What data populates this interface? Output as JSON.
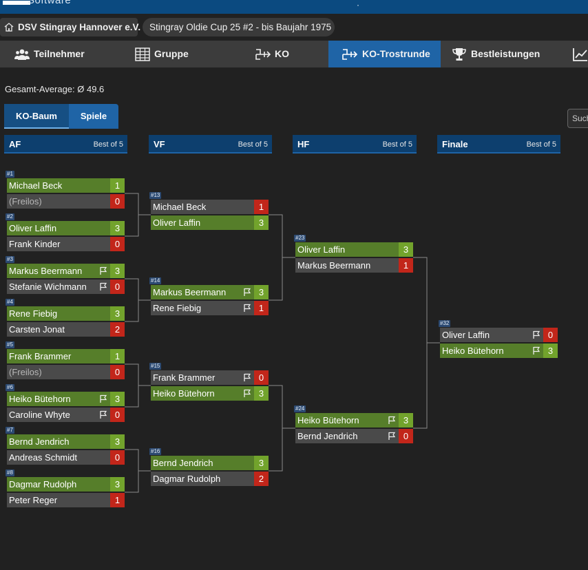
{
  "header": {
    "logo_suffix": "Software"
  },
  "breadcrumb": {
    "club": "DSV Stingray Hannover e.V.",
    "tournament": "Stingray Oldie Cup 25 #2 - bis Baujahr 1975"
  },
  "tabs": [
    {
      "label": "Teilnehmer",
      "icon": "users-icon"
    },
    {
      "label": "Gruppe",
      "icon": "table-icon"
    },
    {
      "label": "KO",
      "icon": "bracket-icon"
    },
    {
      "label": "KO-Trostrunde",
      "icon": "bracket-icon",
      "active": true
    },
    {
      "label": "Bestleistungen",
      "icon": "trophy-icon"
    },
    {
      "label": "",
      "icon": "chart-icon"
    }
  ],
  "stats": {
    "average": "Gesamt-Average: Ø 49.6"
  },
  "subtabs": [
    {
      "label": "KO-Baum",
      "active": true
    },
    {
      "label": "Spiele"
    }
  ],
  "search": {
    "placeholder": "Suchen"
  },
  "colors": {
    "accent": "#1f64a6",
    "winner": "#567e2a",
    "loser_score": "#c2261a",
    "round_header": "#0d3f6e"
  },
  "rounds": [
    {
      "name": "AF",
      "best_of": "Best of 5"
    },
    {
      "name": "VF",
      "best_of": "Best of 5"
    },
    {
      "name": "HF",
      "best_of": "Best of 5"
    },
    {
      "name": "Finale",
      "best_of": "Best of 5"
    }
  ],
  "matches": [
    {
      "id": "#1",
      "round": 0,
      "slot": 0,
      "p1": {
        "name": "Michael Beck",
        "score": "1"
      },
      "p2": {
        "name": "(Freilos)",
        "score": "0",
        "bye": true
      },
      "winner": 1
    },
    {
      "id": "#2",
      "round": 0,
      "slot": 1,
      "p1": {
        "name": "Oliver Laffin",
        "score": "3"
      },
      "p2": {
        "name": "Frank Kinder",
        "score": "0"
      },
      "winner": 1
    },
    {
      "id": "#3",
      "round": 0,
      "slot": 2,
      "p1": {
        "name": "Markus Beermann",
        "score": "3",
        "flag": true
      },
      "p2": {
        "name": "Stefanie Wichmann",
        "score": "0",
        "flag": true
      },
      "winner": 1
    },
    {
      "id": "#4",
      "round": 0,
      "slot": 3,
      "p1": {
        "name": "Rene Fiebig",
        "score": "3"
      },
      "p2": {
        "name": "Carsten Jonat",
        "score": "2"
      },
      "winner": 1
    },
    {
      "id": "#5",
      "round": 0,
      "slot": 4,
      "p1": {
        "name": "Frank Brammer",
        "score": "1"
      },
      "p2": {
        "name": "(Freilos)",
        "score": "0",
        "bye": true
      },
      "winner": 1
    },
    {
      "id": "#6",
      "round": 0,
      "slot": 5,
      "p1": {
        "name": "Heiko Bütehorn",
        "score": "3",
        "flag": true
      },
      "p2": {
        "name": "Caroline Whyte",
        "score": "0",
        "flag": true
      },
      "winner": 1
    },
    {
      "id": "#7",
      "round": 0,
      "slot": 6,
      "p1": {
        "name": "Bernd Jendrich",
        "score": "3"
      },
      "p2": {
        "name": "Andreas Schmidt",
        "score": "0"
      },
      "winner": 1
    },
    {
      "id": "#8",
      "round": 0,
      "slot": 7,
      "p1": {
        "name": "Dagmar Rudolph",
        "score": "3"
      },
      "p2": {
        "name": "Peter Reger",
        "score": "1"
      },
      "winner": 1
    },
    {
      "id": "#13",
      "round": 1,
      "slot": 0,
      "p1": {
        "name": "Michael Beck",
        "score": "1"
      },
      "p2": {
        "name": "Oliver Laffin",
        "score": "3"
      },
      "winner": 2
    },
    {
      "id": "#14",
      "round": 1,
      "slot": 1,
      "p1": {
        "name": "Markus Beermann",
        "score": "3",
        "flag": true
      },
      "p2": {
        "name": "Rene Fiebig",
        "score": "1",
        "flag": true
      },
      "winner": 1
    },
    {
      "id": "#15",
      "round": 1,
      "slot": 2,
      "p1": {
        "name": "Frank Brammer",
        "score": "0",
        "flag": true
      },
      "p2": {
        "name": "Heiko Bütehorn",
        "score": "3",
        "flag": true
      },
      "winner": 2
    },
    {
      "id": "#16",
      "round": 1,
      "slot": 3,
      "p1": {
        "name": "Bernd Jendrich",
        "score": "3"
      },
      "p2": {
        "name": "Dagmar Rudolph",
        "score": "2"
      },
      "winner": 1
    },
    {
      "id": "#23",
      "round": 2,
      "slot": 0,
      "p1": {
        "name": "Oliver Laffin",
        "score": "3"
      },
      "p2": {
        "name": "Markus Beermann",
        "score": "1"
      },
      "winner": 1
    },
    {
      "id": "#24",
      "round": 2,
      "slot": 1,
      "p1": {
        "name": "Heiko Bütehorn",
        "score": "3",
        "flag": true
      },
      "p2": {
        "name": "Bernd Jendrich",
        "score": "0",
        "flag": true
      },
      "winner": 1
    },
    {
      "id": "#32",
      "round": 3,
      "slot": 0,
      "p1": {
        "name": "Oliver Laffin",
        "score": "0",
        "flag": true
      },
      "p2": {
        "name": "Heiko Bütehorn",
        "score": "3",
        "flag": true
      },
      "winner": 2
    }
  ]
}
